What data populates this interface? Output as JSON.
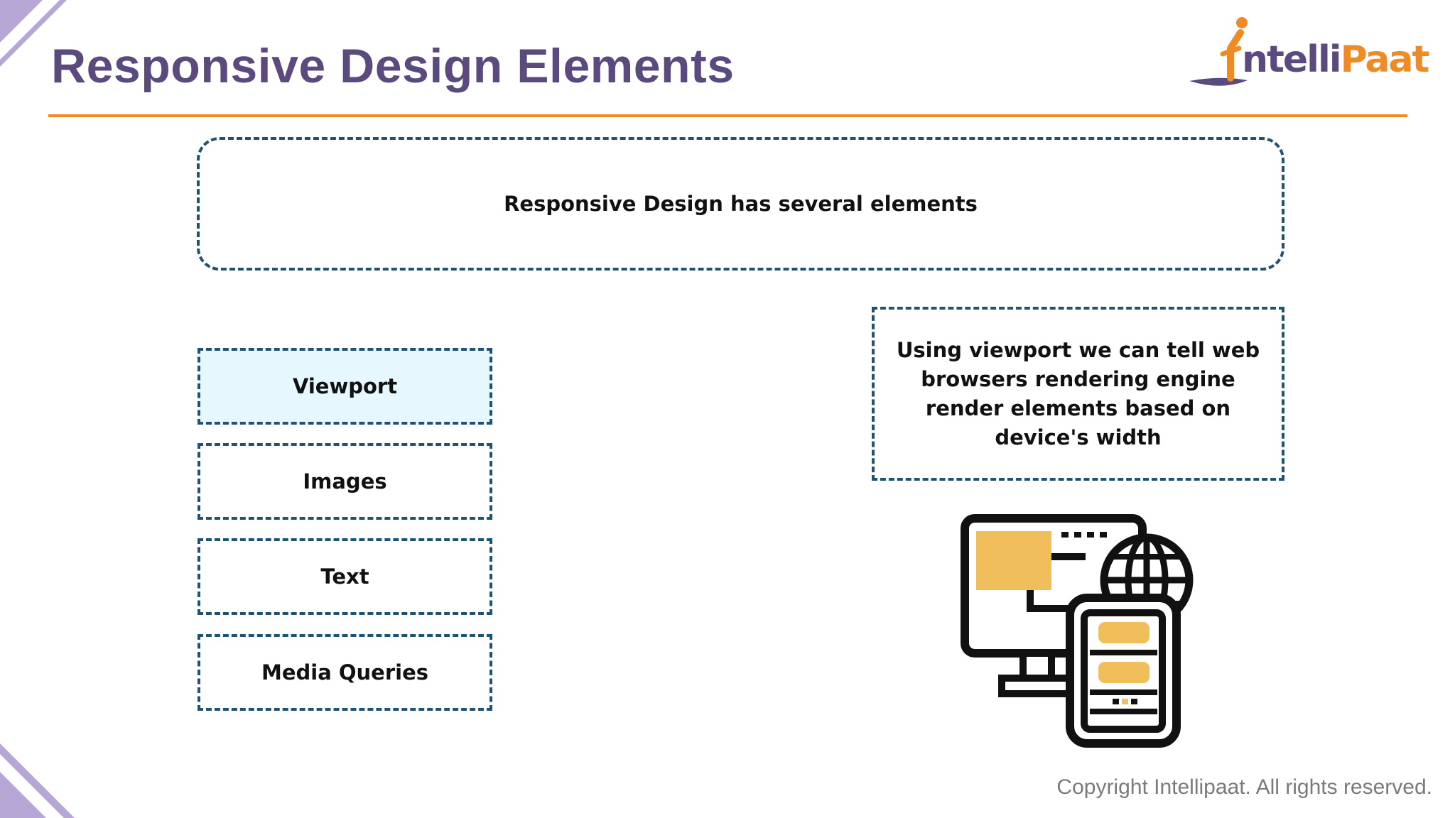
{
  "slide": {
    "title": "Responsive Design Elements",
    "intro_text": "Responsive Design has several elements",
    "elements": [
      {
        "label": "Viewport",
        "selected": true
      },
      {
        "label": "Images",
        "selected": false
      },
      {
        "label": "Text",
        "selected": false
      },
      {
        "label": "Media Queries",
        "selected": false
      }
    ],
    "description": "Using viewport we can tell web browsers rendering engine render elements based on device's width",
    "copyright": "Copyright Intellipaat. All rights reserved."
  },
  "logo": {
    "text_part1": "ntelli",
    "text_part2": "Paat"
  },
  "illustration": {
    "icon": "responsive-devices-icon"
  },
  "colors": {
    "title": "#5b4a7e",
    "accent_orange": "#f08a24",
    "dashed_border": "#21526f",
    "selected_fill": "#e6f7fd",
    "icon_yellow": "#f0bf5c",
    "corner_purple": "#b7a7d6"
  }
}
